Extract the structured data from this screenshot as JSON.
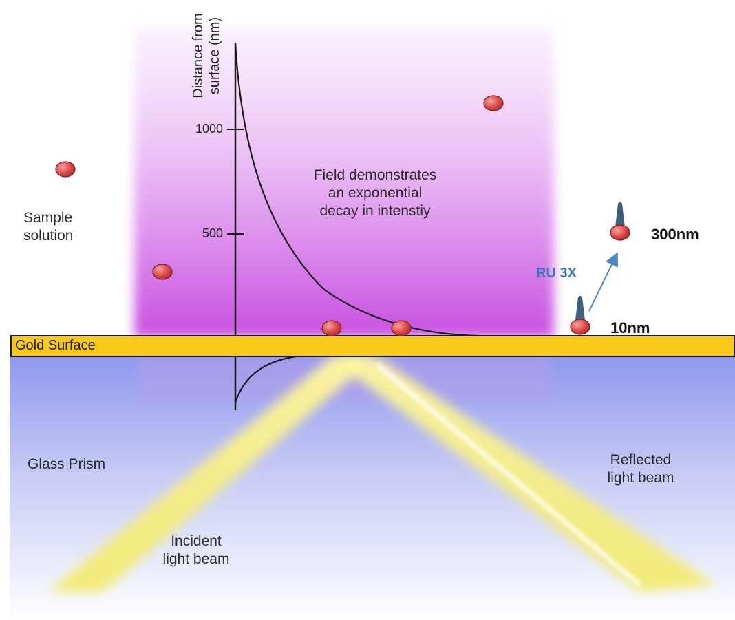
{
  "labels": {
    "sample_solution_line1": "Sample",
    "sample_solution_line2": "solution",
    "field_line1": "Field demonstrates",
    "field_line2": "an exponential",
    "field_line3": "decay in intenstiy",
    "gold_surface": "Gold Surface",
    "glass_prism": "Glass Prism",
    "reflected_line1": "Reflected",
    "reflected_line2": "light beam",
    "incident_line1": "Incident",
    "incident_line2": "light beam",
    "ru": "RU 3X",
    "far_distance": "300nm",
    "near_distance": "10nm"
  },
  "axis": {
    "title_line1": "Distance from",
    "title_line2": "surface (nm)",
    "ticks": [
      "1000",
      "500"
    ]
  },
  "colors": {
    "gold": "#f9c91a",
    "field_purple": "#c84fe0",
    "prism_blue": "#9aa4f0",
    "beam_yellow": "#f4ef6a",
    "molecule_red": "#e04a4a",
    "antibody_blue": "#3f5f7e",
    "arrow_blue": "#4f86c6"
  }
}
